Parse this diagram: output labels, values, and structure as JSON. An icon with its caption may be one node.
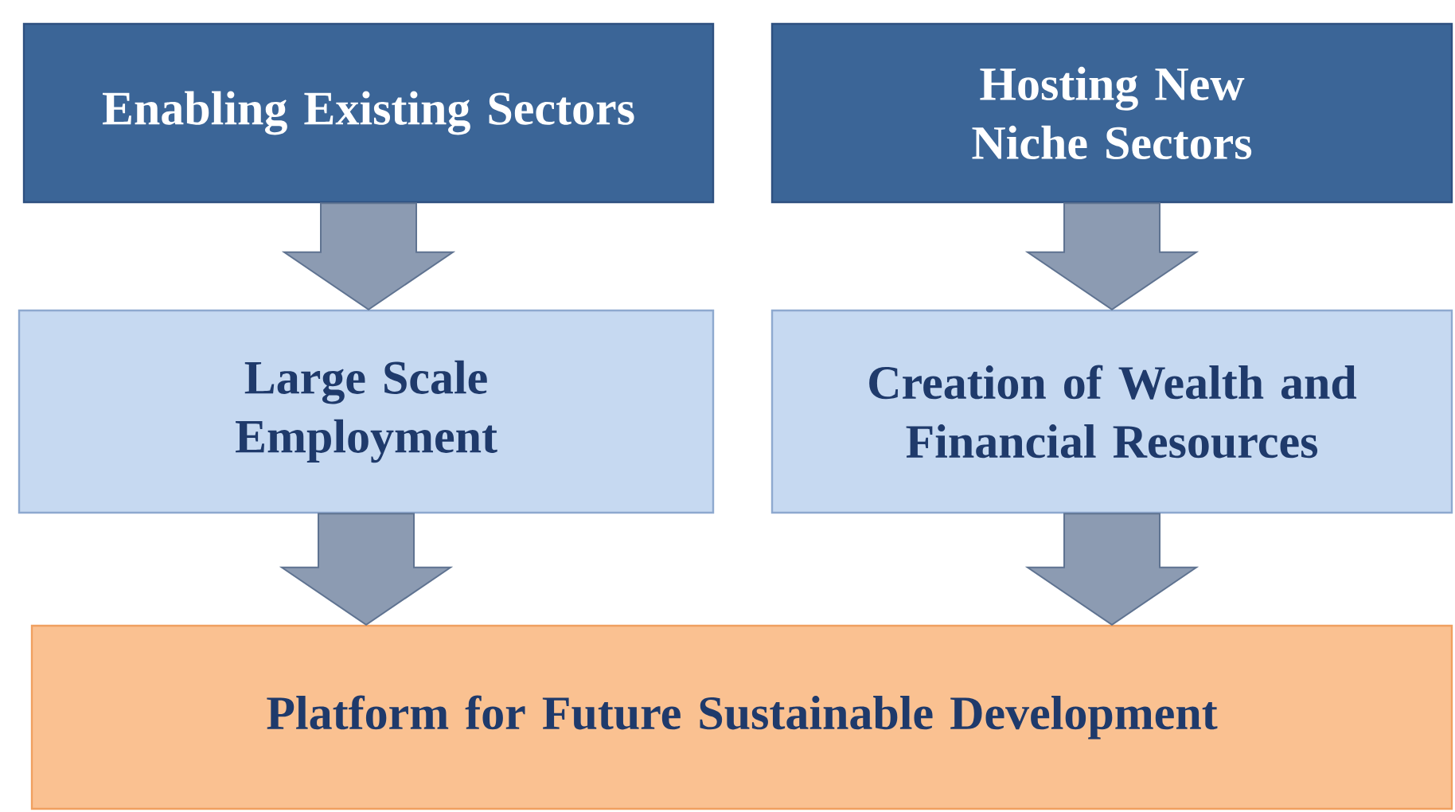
{
  "diagram": {
    "nodes": [
      {
        "text": [
          "Enabling Existing Sectors"
        ]
      },
      {
        "text": [
          "Hosting New Niche Sectors"
        ]
      },
      {
        "text": [
          "Large Scale Employment"
        ]
      },
      {
        "text": [
          "Creation of Wealth and Financial Resources"
        ]
      },
      {
        "text": [
          "Platform for Future Sustainable Development"
        ]
      }
    ],
    "edges": [
      {
        "from": 0,
        "to": 2,
        "arrow": "to"
      },
      {
        "from": 1,
        "to": 3,
        "arrow": "to"
      },
      {
        "from": 2,
        "to": 4,
        "arrow": "to"
      },
      {
        "from": 3,
        "to": 4,
        "arrow": "to"
      }
    ]
  }
}
